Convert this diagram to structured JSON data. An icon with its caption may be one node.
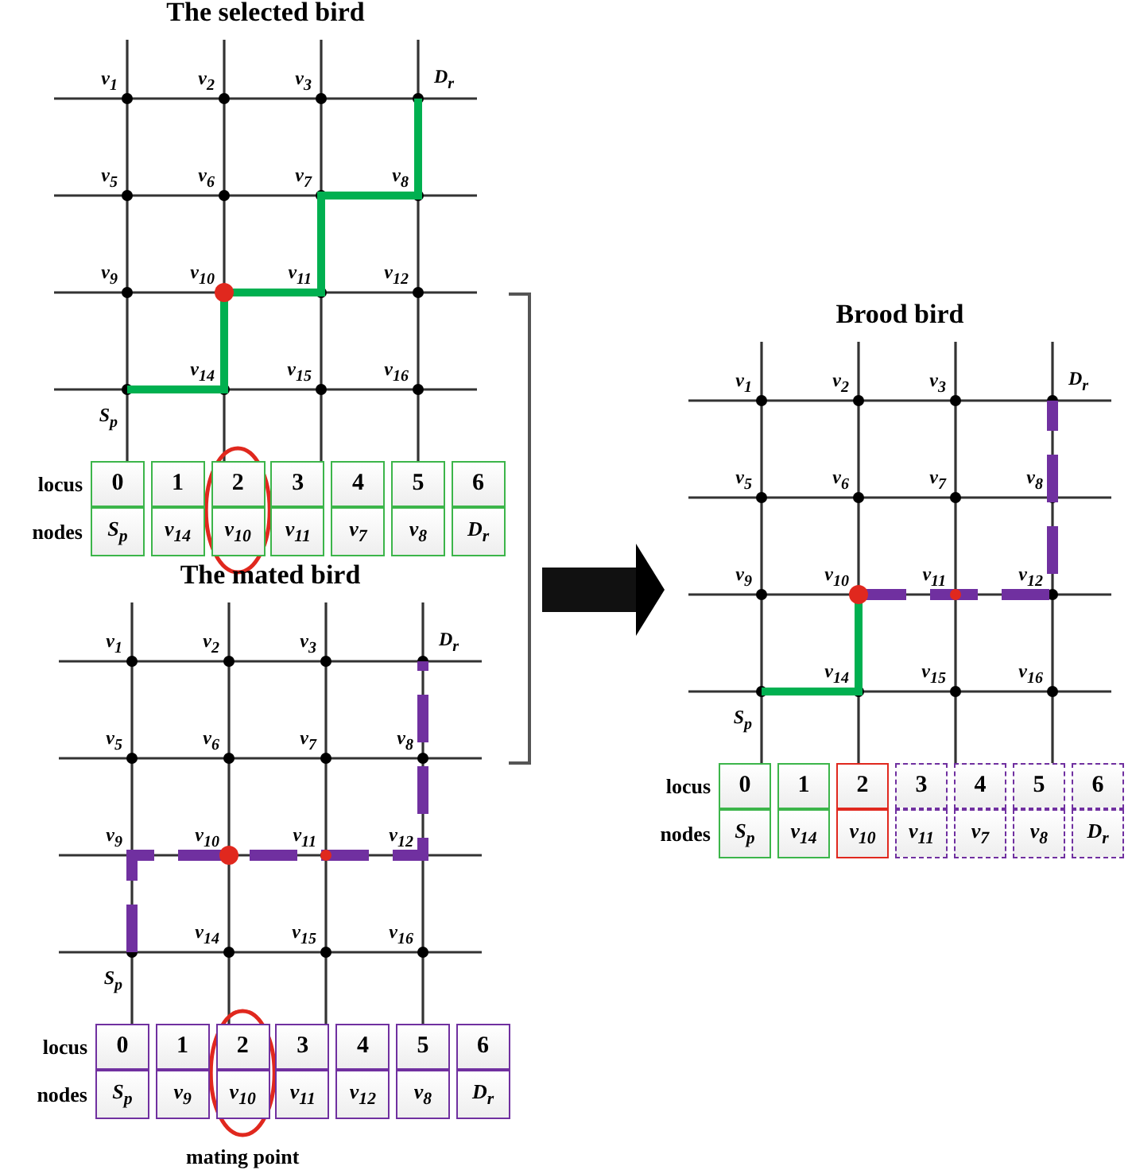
{
  "diagram": {
    "labels": [
      "The selected bird",
      "v$_{1}$",
      "v$_{2}$",
      "v$_{3}$",
      "D$_{r}$",
      "v$_{5}$",
      "v$_{6}$",
      "v$_{7}$",
      "v$_{8}$",
      "v$_{9}$",
      "v$_{10}$",
      "v$_{11}$",
      "v$_{12}$",
      "v$_{14}$",
      "v$_{15}$",
      "v$_{16}$",
      "S$_{p}$",
      "locus",
      "0",
      "1",
      "2",
      "3",
      "4",
      "5",
      "6",
      "nodes",
      "S$_{p}$",
      "v$_{14}$",
      "v$_{10}$",
      "v$_{11}$",
      "v$_{7}$",
      "v$_{8}$",
      "D$_{r}$",
      "The mated bird",
      "v$_{1}$",
      "v$_{2}$",
      "v$_{3}$",
      "D$_{r}$",
      "v$_{5}$",
      "v$_{6}$",
      "v$_{7}$",
      "v$_{8}$",
      "v$_{9}$",
      "v$_{10}$",
      "v$_{11}$",
      "v$_{12}$",
      "v$_{14}$",
      "v$_{15}$",
      "v$_{16}$",
      "S$_{p}$",
      "locus",
      "0",
      "1",
      "2",
      "3",
      "4",
      "5",
      "6",
      "nodes",
      "S$_{p}$",
      "v$_{9}$",
      "v$_{10}$",
      "v$_{11}$",
      "v$_{12}$",
      "v$_{8}$",
      "D$_{r}$",
      "mating point",
      "Brood bird",
      "v$_{1}$",
      "v$_{2}$",
      "v$_{3}$",
      "D$_{r}$",
      "v$_{5}$",
      "v$_{6}$",
      "v$_{7}$",
      "v$_{8}$",
      "v$_{9}$",
      "v$_{10}$",
      "v$_{11}$",
      "v$_{12}$",
      "v$_{14}$",
      "v$_{15}$",
      "v$_{16}$",
      "S$_{p}$",
      "locus",
      "0",
      "1",
      "2",
      "3",
      "4",
      "5",
      "6",
      "nodes",
      "S$_{p}$",
      "v$_{14}$",
      "v$_{10}$",
      "v$_{11}$",
      "v$_{7}$",
      "v$_{8}$",
      "D$_{r}$"
    ]
  }
}
